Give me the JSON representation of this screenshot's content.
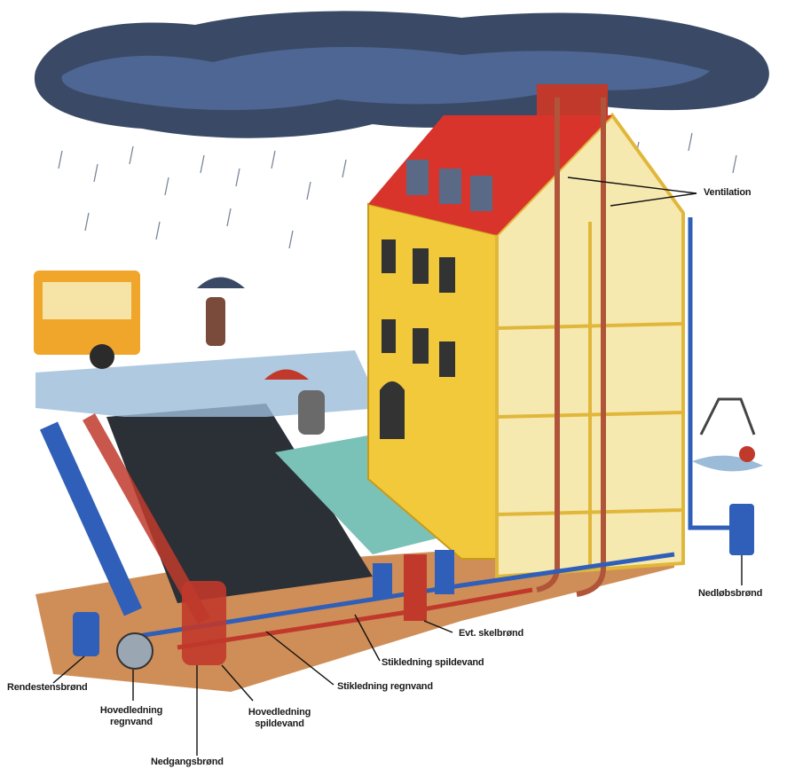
{
  "labels": {
    "ventilation": "Ventilation",
    "nedloebsbroend": "Nedløbsbrønd",
    "skelbroend": "Evt. skelbrønd",
    "stikledning_spildevand": "Stikledning spildevand",
    "stikledning_regnvand": "Stikledning regnvand",
    "rendestensbroend": "Rendestensbrønd",
    "hovedledning_regnvand": [
      "Hovedledning",
      "regnvand"
    ],
    "hovedledning_spildevand": [
      "Hovedledning",
      "spildevand"
    ],
    "nedgangsbroend": "Nedgangsbrønd"
  },
  "colors": {
    "cloud": "#3a4a66",
    "building": "#f2c93a",
    "roof": "#d8342c",
    "rainwater_pipe": "#2f5fb8",
    "sewage_pipe": "#c0392b",
    "soil": "#c77a3a"
  }
}
